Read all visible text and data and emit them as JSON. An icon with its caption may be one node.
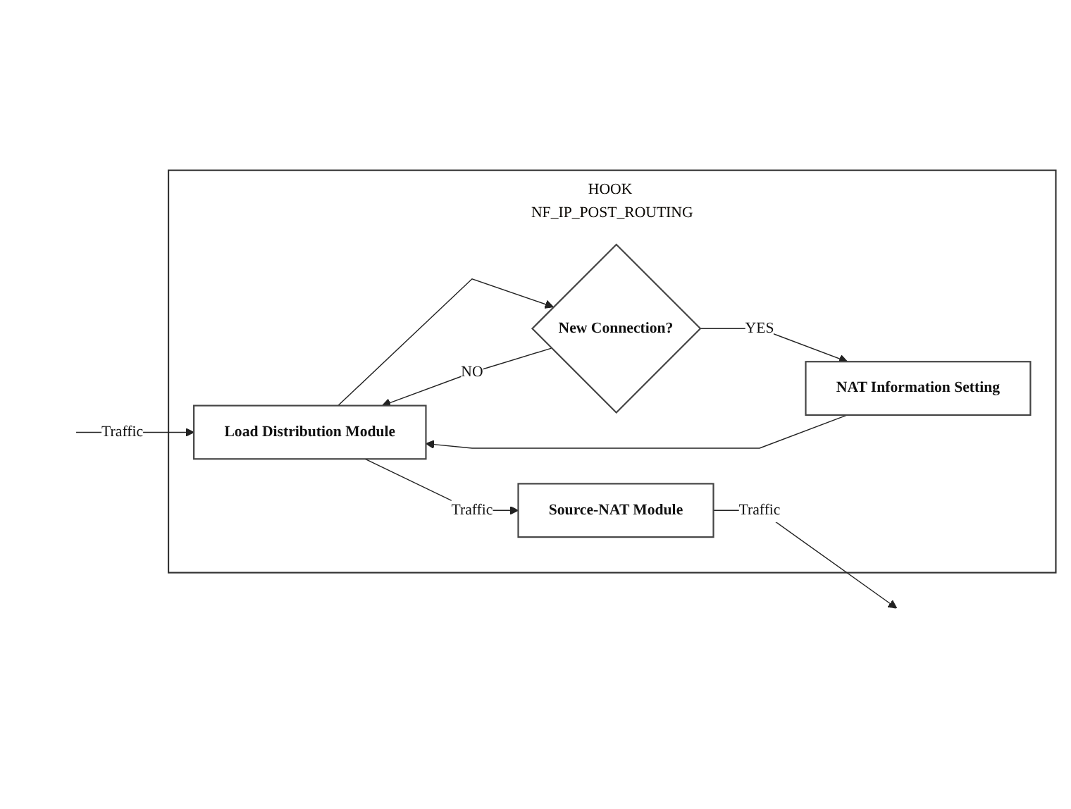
{
  "diagram": {
    "nodes": [
      {
        "text": [
          "HOOK NF_IP_POST_ROUTING"
        ]
      },
      {
        "text": [
          "Load Distribution Module"
        ],
        "in": 0
      },
      {
        "text": [
          "Source-NAT Module"
        ],
        "in": 0
      },
      {
        "text": [
          "New Connection?"
        ],
        "in": 0
      },
      {
        "text": [
          "NAT Information Setting"
        ],
        "in": 0
      }
    ],
    "edges": [
      {
        "from": null,
        "to": 1,
        "arrow": "to",
        "label": "Traffic"
      },
      {
        "from": 1,
        "to": 2,
        "arrow": "to",
        "label": "Traffic"
      },
      {
        "from": 2,
        "to": null,
        "arrow": "to",
        "label": "Traffic"
      },
      {
        "from": 1,
        "to": 3,
        "arrow": "to"
      },
      {
        "from": 3,
        "to": 1,
        "arrow": "to",
        "label": "NO"
      },
      {
        "from": 3,
        "to": 4,
        "arrow": "to",
        "label": "YES"
      },
      {
        "from": 4,
        "to": 1,
        "arrow": "to"
      }
    ]
  }
}
